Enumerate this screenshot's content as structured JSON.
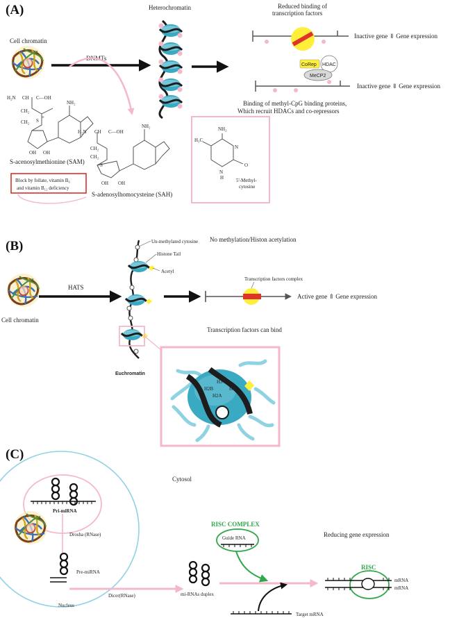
{
  "panel_a": {
    "label": "(A)",
    "cell_chromatin": "Cell chromatin",
    "dnmts": "DNMTs",
    "heterochromatin": "Heterochromatin",
    "reduced_binding_line1": "Reduced binding of",
    "reduced_binding_line2": "transcription factors",
    "inactive_gene_1": "Inactive gene ⇓ Gene expression",
    "inactive_gene_2": "Inactive gene ⇓ Gene expression",
    "corep": "CoRep",
    "hdac": "HDAC",
    "mecp2": "MeCP2",
    "binding_line1": "Binding of methyl-CpG binding proteins,",
    "binding_line2": "Which recruit HDACs and co-repressors",
    "sam": "S-acenosylmethionine (SAM)",
    "sah": "S-adenosylhomocysteine (SAH)",
    "block_line1": "Block by follate, vitamin B₆",
    "block_line2": "and vitamin B₁₂ deficiency",
    "methyl_cytosine_line1": "5'-Methyl-",
    "methyl_cytosine_line2": "cytosine",
    "chem_nh2": "NH₂",
    "chem_h3c": "H₃C",
    "chem_n": "N",
    "chem_o": "O",
    "chem_h": "H",
    "chem_oh": "OH",
    "chem_cooh": "C—OH",
    "chem_ch2": "CH₂",
    "chem_ch": "CH",
    "chem_s": "S",
    "chem_h2n": "H₂N",
    "chem_plus": "+"
  },
  "panel_b": {
    "label": "(B)",
    "unmethylated_cytosine": "Un-methylated cytosine",
    "histone_tail": "Histone Tail",
    "acetyl": "Acetyl",
    "no_methylation": "No methylation/Histon acetylation",
    "hats": "HATS",
    "tf_complex": "Transcription factors complex",
    "active_gene": "Active gene ⇑ Gene expression",
    "cell_chromatin": "Cell chromatin",
    "tf_can_bind": "Transcription factors can bind",
    "euchromatin": "Euchromatin",
    "h3": "H3",
    "h4": "H4",
    "h2a": "H2A",
    "h2b": "H2B"
  },
  "panel_c": {
    "label": "(C)",
    "cytosol": "Cytosol",
    "pri_mirna": "Pri-miRNA",
    "drosha": "Drosha (RNase)",
    "pre_mirna": "Pre-miRNA",
    "nucleus": "Nucleus",
    "dicer": "Dicer(RNase)",
    "mirnas_duplex": "mi-RNAs duplex",
    "risc_complex": "RISC COMPLEX",
    "guide_rna": "Guide RNA",
    "reducing": "Reducing gene expression",
    "risc": "RISC",
    "mrna_1": "mRNA",
    "mrna_2": "mRNA",
    "target_mrna": "Target mRNA"
  },
  "colors": {
    "pink": "#f5b8cb",
    "pink_dark": "#e8a0b8",
    "blue_nuc": "#3aa9c2",
    "light_blue": "#8fd3e3",
    "yellow": "#ffef3a",
    "red_tf": "#e0342b",
    "green": "#2fa84a",
    "red_box": "#d9302c"
  }
}
